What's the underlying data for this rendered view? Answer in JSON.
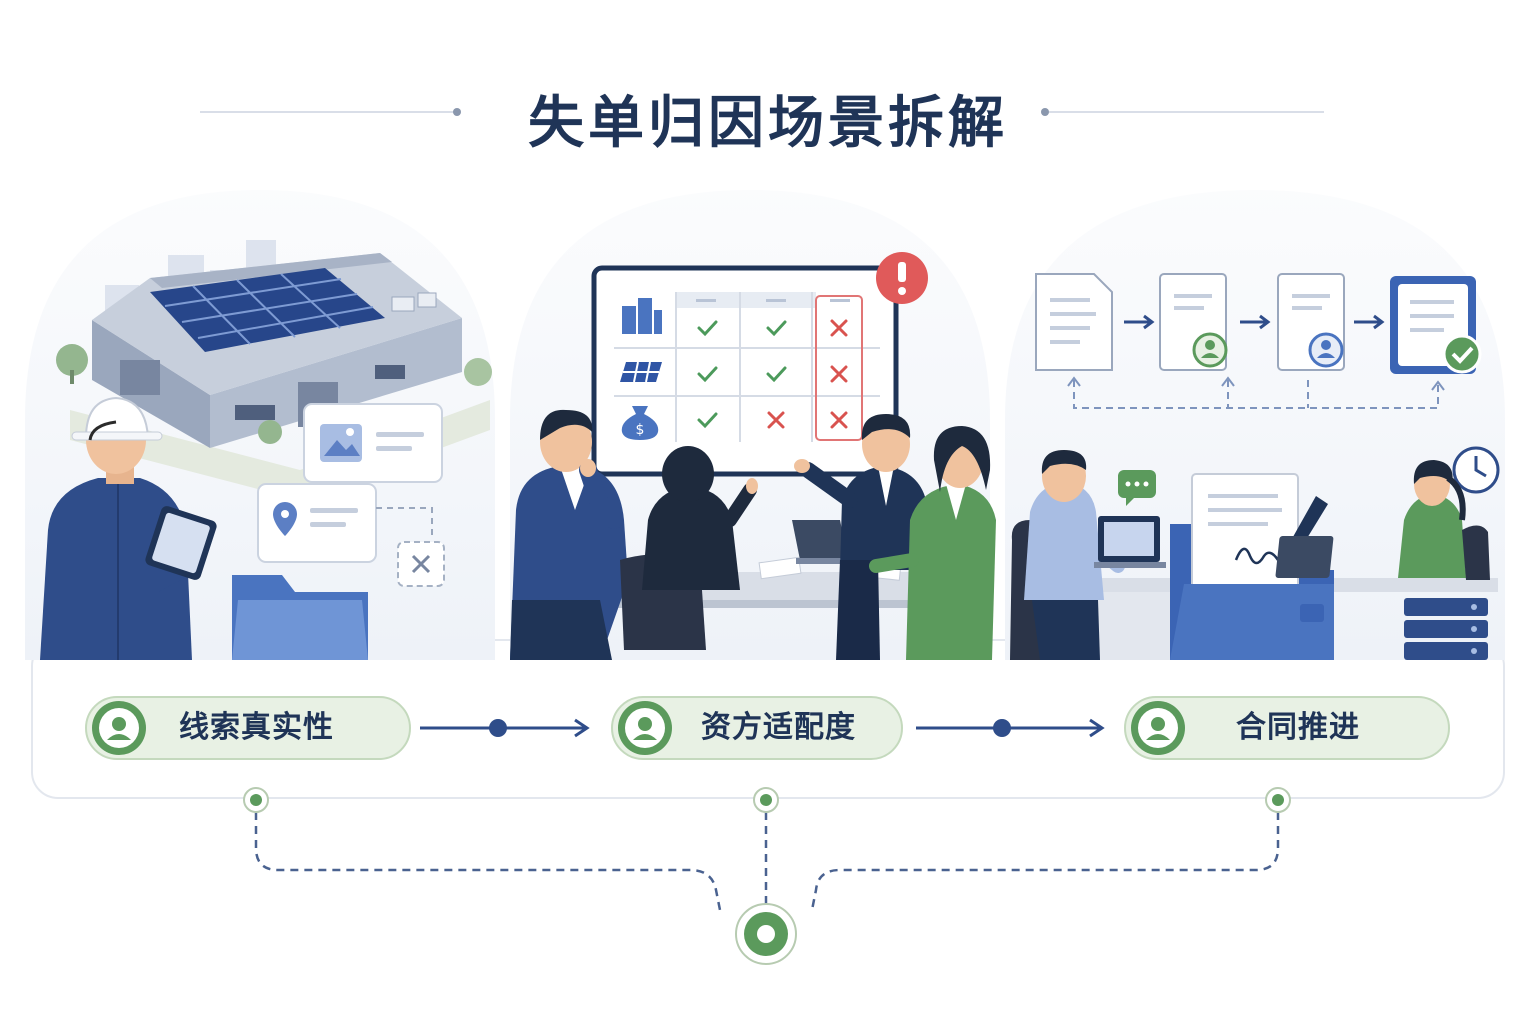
{
  "title": "失单归因场景拆解",
  "stages": [
    {
      "label": "线索真实性",
      "icon": "user-icon"
    },
    {
      "label": "资方适配度",
      "icon": "user-icon"
    },
    {
      "label": "合同推进",
      "icon": "user-icon"
    }
  ],
  "colors": {
    "navy": "#1f3457",
    "blue": "#4a74c0",
    "green": "#5b9a5c",
    "pill_bg": "#e8f1e4",
    "check": "#4c9a5b",
    "cross": "#d9534f",
    "alert": "#e05a5a"
  },
  "scenes": [
    {
      "name": "site-survey-scene",
      "icons": [
        "solar-rooftop-factory-icon",
        "hard-hat-worker-icon",
        "tablet-icon",
        "image-card-icon",
        "location-pin-icon",
        "close-icon",
        "folder-icon"
      ]
    },
    {
      "name": "meeting-scene",
      "matrix": {
        "rows": [
          {
            "icon": "building-icon",
            "marks": [
              "check",
              "check",
              "cross"
            ]
          },
          {
            "icon": "solar-panel-icon",
            "marks": [
              "check",
              "check",
              "cross"
            ]
          },
          {
            "icon": "money-bag-icon",
            "marks": [
              "check",
              "cross",
              "cross"
            ]
          }
        ]
      },
      "icons": [
        "alert-icon"
      ]
    },
    {
      "name": "contract-scene",
      "icons": [
        "document-icon",
        "document-user-icon",
        "document-user-icon",
        "document-approved-icon",
        "chat-icon",
        "clock-icon",
        "signing-pen-icon",
        "file-tray-icon",
        "server-stack-icon"
      ]
    }
  ]
}
